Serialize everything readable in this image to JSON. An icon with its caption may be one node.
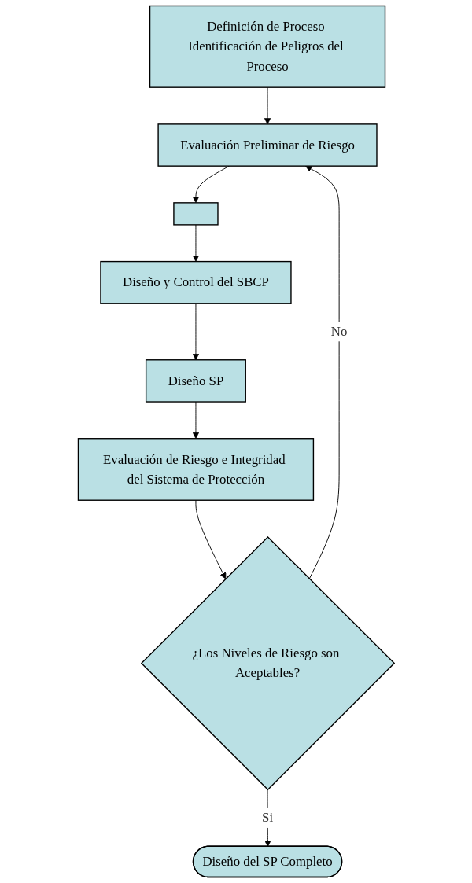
{
  "diagram": {
    "nodes": [
      {
        "text": [
          "Definición de Proceso Identificación de Peligros del Proceso"
        ]
      },
      {
        "text": [
          "Evaluación Preliminar de Riesgo"
        ]
      },
      {
        "text": [],
        "shape": "box"
      },
      {
        "text": [
          "Diseño y Control del SBCP"
        ]
      },
      {
        "text": [
          "Diseño SP"
        ]
      },
      {
        "text": [
          "Evaluación de Riesgo e Integridad del Sistema de Protección"
        ]
      },
      {
        "text": [
          "¿Los Niveles de Riesgo son Aceptables?"
        ]
      },
      {
        "text": [
          "Diseño del SP Completo"
        ]
      }
    ],
    "edges": [
      {
        "from": 0,
        "to": 1,
        "arrow": "to"
      },
      {
        "from": 1,
        "to": 2,
        "arrow": "to"
      },
      {
        "from": 2,
        "to": 3,
        "arrow": "to"
      },
      {
        "from": 3,
        "to": 4,
        "arrow": "to"
      },
      {
        "from": 4,
        "to": 5,
        "arrow": "to"
      },
      {
        "from": 5,
        "to": 6,
        "arrow": "to"
      },
      {
        "from": 6,
        "to": 1,
        "label": "No",
        "arrow": "to"
      },
      {
        "from": 6,
        "to": 7,
        "label": "Si",
        "arrow": "to"
      }
    ]
  }
}
